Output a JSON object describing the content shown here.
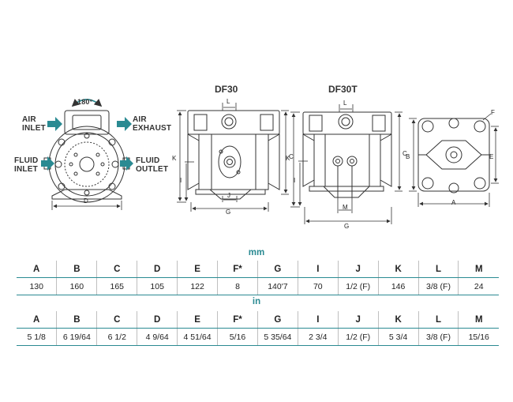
{
  "figure": {
    "callouts": {
      "rotation": "180°",
      "air_inlet_1": "AIR",
      "air_inlet_2": "INLET",
      "air_exhaust_1": "AIR",
      "air_exhaust_2": "EXHAUST",
      "fluid_inlet_1": "FLUID",
      "fluid_inlet_2": "INLET",
      "fluid_outlet_1": "FLUID",
      "fluid_outlet_2": "OUTLET"
    },
    "models": {
      "df30": "DF30",
      "df30t": "DF30T"
    },
    "dim_letters": {
      "D": "D",
      "L1": "L",
      "L2": "L",
      "K1": "K",
      "K2": "K",
      "I1": "I",
      "I2": "I",
      "C1": "C",
      "C2": "C",
      "J": "J",
      "G1": "G",
      "G2": "G",
      "M": "M",
      "B": "B",
      "E": "E",
      "F": "F",
      "A": "A"
    },
    "accent_color": "#2a8a92"
  },
  "tables": {
    "mm": {
      "unit": "mm",
      "headers": [
        "A",
        "B",
        "C",
        "D",
        "E",
        "F*",
        "G",
        "I",
        "J",
        "K",
        "L",
        "M"
      ],
      "values": [
        "130",
        "160",
        "165",
        "105",
        "122",
        "8",
        "140'7",
        "70",
        "1/2 (F)",
        "146",
        "3/8 (F)",
        "24"
      ]
    },
    "in": {
      "unit": "in",
      "headers": [
        "A",
        "B",
        "C",
        "D",
        "E",
        "F*",
        "G",
        "I",
        "J",
        "K",
        "L",
        "M"
      ],
      "values": [
        "5 1/8",
        "6 19/64",
        "6 1/2",
        "4 9/64",
        "4 51/64",
        "5/16",
        "5 35/64",
        "2 3/4",
        "1/2 (F)",
        "5 3/4",
        "3/8 (F)",
        "15/16"
      ]
    }
  }
}
